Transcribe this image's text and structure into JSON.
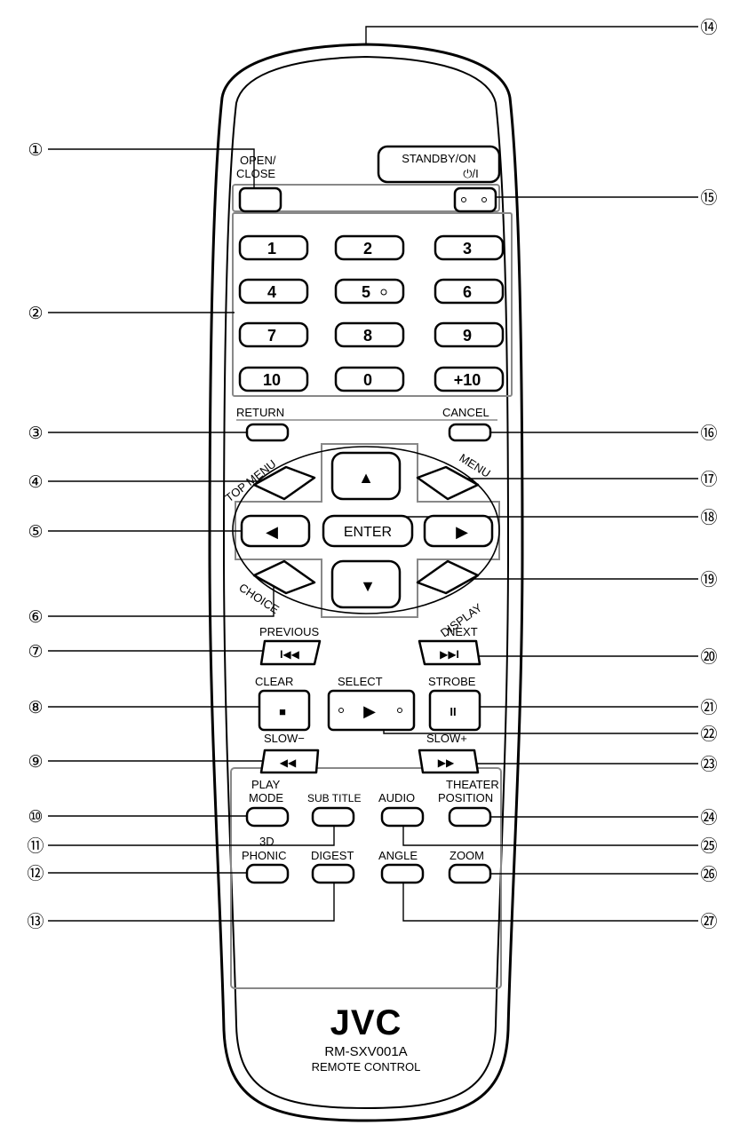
{
  "buttons": {
    "open_close": "OPEN/\nCLOSE",
    "standby": "STANDBY/ON",
    "standby_symbol": "⏻/I",
    "digits": [
      "1",
      "2",
      "3",
      "4",
      "5",
      "6",
      "7",
      "8",
      "9",
      "10",
      "0",
      "+10"
    ],
    "return": "RETURN",
    "cancel": "CANCEL",
    "top_menu": "TOP MENU",
    "menu": "MENU",
    "choice": "CHOICE",
    "display": "DISPLAY",
    "enter": "ENTER",
    "previous": "PREVIOUS",
    "next": "NEXT",
    "clear": "CLEAR",
    "select": "SELECT",
    "strobe": "STROBE",
    "slow_minus": "SLOW−",
    "slow_plus": "SLOW+",
    "play_mode": "PLAY\nMODE",
    "sub_title": "SUB TITLE",
    "audio": "AUDIO",
    "theater_position": "THEATER\nPOSITION",
    "phonic_3d": "3D\nPHONIC",
    "digest": "DIGEST",
    "angle": "ANGLE",
    "zoom": "ZOOM"
  },
  "glyphs": {
    "up": "▲",
    "down": "▼",
    "left": "◀",
    "right": "▶",
    "previous": "I◀◀",
    "next": "▶▶I",
    "stop": "■",
    "play": "▶",
    "pause": "II",
    "rewind": "◀◀",
    "forward": "▶▶"
  },
  "callouts": [
    "①",
    "②",
    "③",
    "④",
    "⑤",
    "⑥",
    "⑦",
    "⑧",
    "⑨",
    "⑩",
    "⑪",
    "⑫",
    "⑬",
    "⑭",
    "⑮",
    "⑯",
    "⑰",
    "⑱",
    "⑲",
    "⑳",
    "㉑",
    "㉒",
    "㉓",
    "㉔",
    "㉕",
    "㉖",
    "㉗"
  ],
  "branding": {
    "brand": "JVC",
    "model": "RM-SXV001A",
    "caption": "REMOTE CONTROL"
  }
}
